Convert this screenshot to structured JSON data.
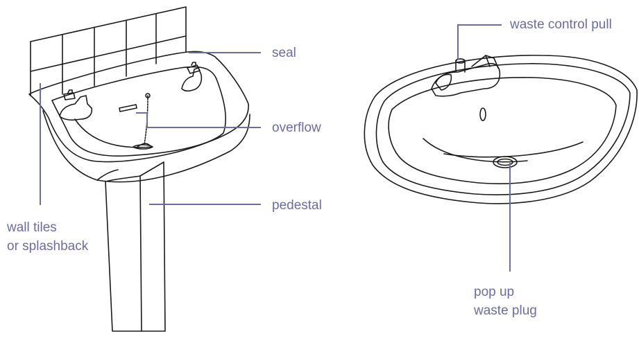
{
  "colors": {
    "label_text": "#6b6ba6",
    "leader_line": "#6b6ba6",
    "outline": "#1a1a1a",
    "background": "#ffffff"
  },
  "pedestal_basin": {
    "labels": {
      "seal": "seal",
      "overflow": "overflow",
      "pedestal": "pedestal",
      "wall_tiles_line1": "wall tiles",
      "wall_tiles_line2": "or splashback"
    }
  },
  "countertop_basin": {
    "labels": {
      "waste_control_pull": "waste control pull",
      "pop_up_line1": "pop up",
      "pop_up_line2": "waste plug"
    }
  }
}
